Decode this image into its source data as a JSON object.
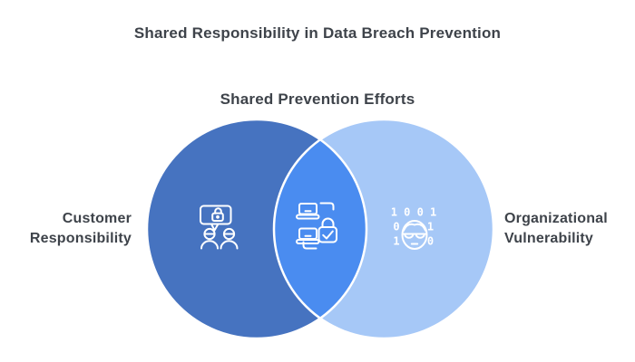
{
  "title": "Shared Responsibility in Data Breach Prevention",
  "venn": {
    "overlap_label": "Shared Prevention Efforts",
    "outline_color": "#FFFFFF",
    "left": {
      "label": "Customer Responsibility",
      "color": "#4673C0",
      "icon": "secure-chat-users-icon"
    },
    "right": {
      "label": "Organizational Vulnerability",
      "color": "#A6C8F7",
      "icon": "hacker-binary-icon",
      "binary": {
        "row1": "1 0 0 1",
        "row2_left": "0",
        "row2_right": "1",
        "row3_left": "1",
        "row3_right": "0"
      }
    },
    "overlap": {
      "color": "#4A8CF0",
      "icon": "devices-sync-lock-icon"
    }
  },
  "colors": {
    "background": "#FFFFFF",
    "text": "#3E434A"
  }
}
